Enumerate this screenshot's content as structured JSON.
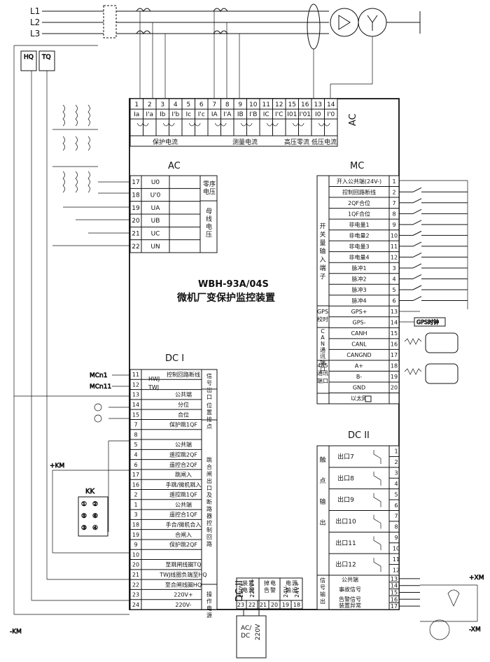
{
  "device": {
    "model": "WBH-93A/04S",
    "name": "微机厂变保护监控装置"
  },
  "bus_labels": [
    "L1",
    "L2",
    "L3"
  ],
  "external": {
    "hq": "HQ",
    "tq": "TQ",
    "kk": "KK",
    "km_plus": "+KM",
    "km_minus": "-KM",
    "xm_plus": "+XM",
    "xm_minus": "-XM",
    "mcn1": "MCn1",
    "mcn11": "MCn11",
    "gps_clock": "GPS时钟",
    "kk_contacts": [
      "①",
      "②",
      "⑤",
      "⑥",
      "③",
      "④"
    ]
  },
  "ac_top": {
    "label": "AC",
    "numbers": [
      "1",
      "2",
      "3",
      "4",
      "5",
      "6",
      "7",
      "8",
      "9",
      "10",
      "11",
      "12",
      "15",
      "16",
      "13",
      "14"
    ],
    "names": [
      "Ia",
      "I'a",
      "Ib",
      "I'b",
      "Ic",
      "I'c",
      "IA",
      "I'A",
      "IB",
      "I'B",
      "IC",
      "I'C",
      "I01",
      "I'01",
      "I0",
      "I'0"
    ],
    "groups": [
      "保护电流",
      "测量电流",
      "高压零流",
      "低压电流"
    ]
  },
  "ac_left": {
    "title": "AC",
    "rows": [
      {
        "num": "17",
        "name": "U0"
      },
      {
        "num": "18",
        "name": "U'0"
      },
      {
        "num": "19",
        "name": "UA"
      },
      {
        "num": "20",
        "name": "UB"
      },
      {
        "num": "21",
        "name": "UC"
      },
      {
        "num": "22",
        "name": "UN"
      }
    ],
    "group1": "零序电压",
    "group2": "母线电压"
  },
  "mc": {
    "title": "MC",
    "side_label": "开关量输入端子",
    "rows": [
      {
        "name": "开入公共端(24V-)",
        "num": "1"
      },
      {
        "name": "控制回路断线",
        "num": "2"
      },
      {
        "name": "2QF合位",
        "num": "7"
      },
      {
        "name": "1QF合位",
        "num": "8"
      },
      {
        "name": "非电量1",
        "num": "9"
      },
      {
        "name": "非电量2",
        "num": "10"
      },
      {
        "name": "非电量3",
        "num": "11"
      },
      {
        "name": "非电量4",
        "num": "12"
      },
      {
        "name": "脉冲1",
        "num": "3"
      },
      {
        "name": "脉冲2",
        "num": "4"
      },
      {
        "name": "脉冲3",
        "num": "5"
      },
      {
        "name": "脉冲4",
        "num": "6"
      },
      {
        "name": "GPS+",
        "num": "13"
      },
      {
        "name": "GPS-",
        "num": "14"
      },
      {
        "name": "CANH",
        "num": "15"
      },
      {
        "name": "CANL",
        "num": "16"
      },
      {
        "name": "CANGND",
        "num": "17"
      },
      {
        "name": "A+",
        "num": "18"
      },
      {
        "name": "B-",
        "num": "19"
      },
      {
        "name": "GND",
        "num": "20"
      },
      {
        "name": "以太网",
        "num": ""
      }
    ],
    "gps_label": "GPS校时",
    "can_label": "CAN通讯端口",
    "rs485_label": "485通讯端口"
  },
  "dc1": {
    "title": "DC I",
    "rows": [
      {
        "num": "11",
        "name": "控制回路断线"
      },
      {
        "num": "12",
        "name": ""
      },
      {
        "num": "13",
        "name": "公共端"
      },
      {
        "num": "14",
        "name": "分位"
      },
      {
        "num": "15",
        "name": "合位"
      },
      {
        "num": "7",
        "name": "保护跳1QF"
      },
      {
        "num": "8",
        "name": ""
      },
      {
        "num": "5",
        "name": "公共端"
      },
      {
        "num": "4",
        "name": "遥控跳2QF"
      },
      {
        "num": "6",
        "name": "遥控合2QF"
      },
      {
        "num": "17",
        "name": "跳闸入"
      },
      {
        "num": "16",
        "name": "手跳/微机跳入"
      },
      {
        "num": "2",
        "name": "遥控跳1QF"
      },
      {
        "num": "1",
        "name": "公共端"
      },
      {
        "num": "3",
        "name": "遥控合1QF"
      },
      {
        "num": "18",
        "name": "手合/微机合入"
      },
      {
        "num": "19",
        "name": "合闸入"
      },
      {
        "num": "9",
        "name": "保护跳2QF"
      },
      {
        "num": "10",
        "name": ""
      },
      {
        "num": "20",
        "name": "至跳闸线圈TQ"
      },
      {
        "num": "21",
        "name": "TWJ线圈负端至HQ"
      },
      {
        "num": "22",
        "name": "至合闸线圈HQ"
      },
      {
        "num": "23",
        "name": "220V+"
      },
      {
        "num": "24",
        "name": "220V-"
      }
    ],
    "hwj": "HWJ",
    "twj": "TWJ",
    "sig_out": "信号出口",
    "pos_contact": "位置接点",
    "trip_close": "跳合闸出口及断路器控制回路",
    "op_power": "操作电源"
  },
  "dc2_top": {
    "title": "DC II",
    "groups": [
      "装置电源",
      "掉电告警",
      "电源输出"
    ],
    "labels": [
      "220V-",
      "220V+",
      "",
      "",
      "24V-",
      "24V+"
    ],
    "numbers": [
      "23",
      "22",
      "21",
      "20",
      "19",
      "18"
    ],
    "supply": "AC/DC 220V"
  },
  "dc2_right": {
    "title": "DC II",
    "outputs": [
      "出口7",
      "出口8",
      "出口9",
      "出口10",
      "出口11",
      "出口12"
    ],
    "numbers": [
      "1",
      "2",
      "3",
      "4",
      "5",
      "6",
      "7",
      "8",
      "9",
      "10",
      "11",
      "12"
    ],
    "side_label": "触点输出",
    "signals": [
      "公共端",
      "事故信号",
      "告警信号",
      "装置异常"
    ],
    "sig_numbers": [
      "13",
      "14",
      "15",
      "16",
      "17"
    ],
    "sig_side": "信号输出"
  }
}
